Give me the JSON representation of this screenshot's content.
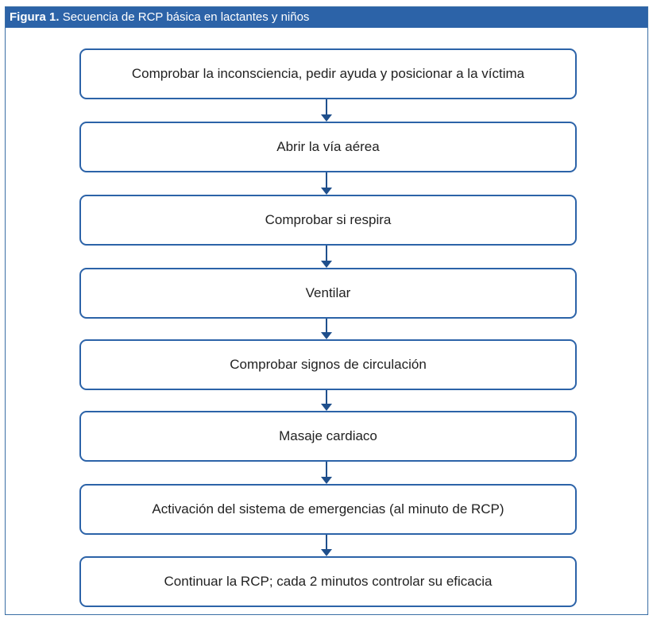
{
  "figure": {
    "label": "Figura 1.",
    "title": "Secuencia de RCP básica en lactantes y niños"
  },
  "steps": [
    "Comprobar la inconsciencia, pedir ayuda y posicionar a la víctima",
    "Abrir la vía aérea",
    "Comprobar si respira",
    "Ventilar",
    "Comprobar signos de circulación",
    "Masaje cardiaco",
    "Activación del sistema de emergencias (al minuto de RCP)",
    "Continuar la RCP; cada 2 minutos controlar su eficacia"
  ],
  "colors": {
    "header_background": "#2c63a8",
    "box_border": "#2c63a8",
    "arrow": "#1f4f8c"
  }
}
